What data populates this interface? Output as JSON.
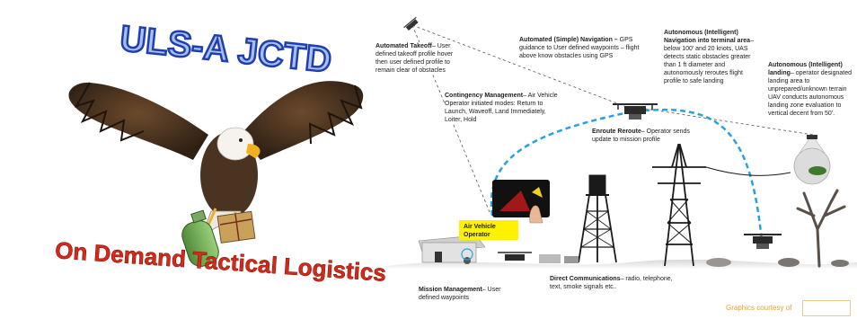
{
  "title_top": "ULS-A JCTD",
  "title_bottom": "On Demand Tactical Logistics",
  "colors": {
    "title_blue": "#1f3fb0",
    "title_red": "#d42a1a",
    "route_blue": "#29a0e0",
    "operator_yellow": "#fff200",
    "credit_orange": "#e0a030"
  },
  "labels": {
    "automated_takeoff": {
      "heading": "Automated Takeoff",
      "body": "– User defined takeoff profile hover then user defined profile to remain clear of obstacles"
    },
    "simple_navigation": {
      "heading": "Automated (Simple) Navigation – ",
      "body": "GPS guidance to User defined waypoints – flight above know obstacles using GPS"
    },
    "intelligent_navigation": {
      "heading": "Autonomous (Intelligent) Navigation into terminal area",
      "body": "– below 100’ and 20 knots, UAS detects static obstacles greater than 1 ft diameter and autonomously reroutes flight profile to safe landing"
    },
    "intelligent_landing": {
      "heading": "Autonomous (Intelligent) landing",
      "body": "– operator designated landing area to unprepared/unknown terrain UAV conducts autonomous landing zone evaluation to vertical decent from 50'."
    },
    "contingency_management": {
      "heading": "Contingency Management",
      "body": "– Air Vehicle Operator initiated modes: Return to Launch, Waveoff, Land Immediately, Loiter, Hold"
    },
    "enroute_reroute": {
      "heading": "Enroute Reroute",
      "body": "– Operator sends update to mission profile"
    },
    "air_vehicle_operator": "Air Vehicle Operator",
    "mission_management": {
      "heading": "Mission Management",
      "body": "– User defined waypoints"
    },
    "direct_communications": {
      "heading": "Direct Communications",
      "body": "– radio, telephone, text, smoke signals etc.."
    }
  },
  "credit": "Graphics courtesy of"
}
